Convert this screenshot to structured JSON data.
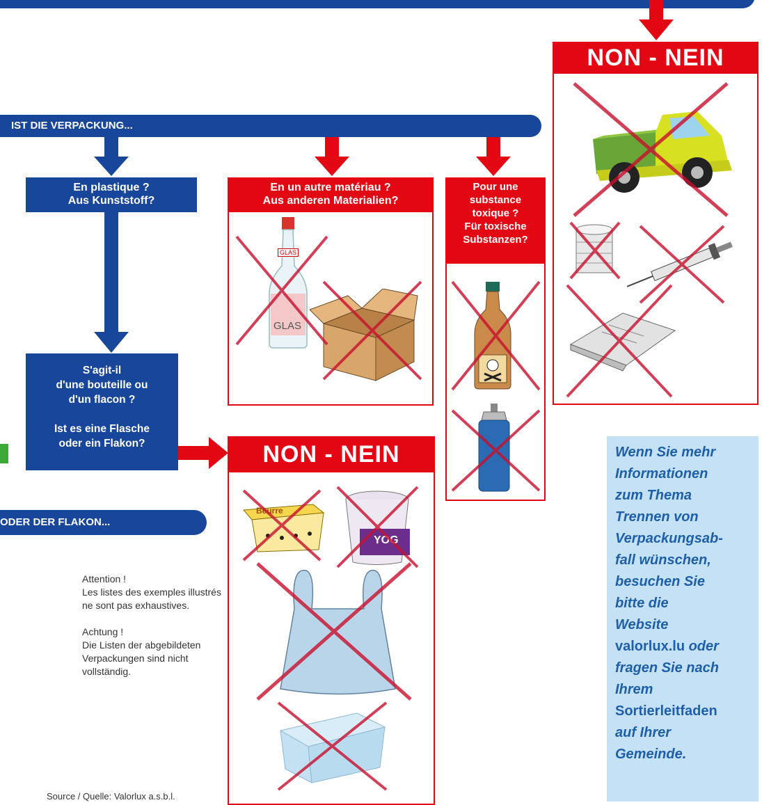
{
  "top_nein": {
    "label": "NON - NEIN"
  },
  "main_bar": {
    "label": "IST DIE VERPACKUNG..."
  },
  "plastic_box": {
    "line1": "En plastique ?",
    "line2": "Aus Kunststoff?"
  },
  "other_material_box": {
    "line1": "En un autre matériau ?",
    "line2": "Aus anderen Materialien?"
  },
  "toxic_box": {
    "lines": [
      "Pour une",
      "substance",
      "toxique ?",
      "Für toxische",
      "Substanzen?"
    ]
  },
  "bottle_question_box": {
    "lines": [
      "S'agit-il",
      "d'une bouteille ou",
      "d'un flacon ?",
      "",
      "Ist es eine Flasche",
      "oder ein Flakon?"
    ]
  },
  "middle_nein": {
    "label": "NON - NEIN"
  },
  "flakon_bar": {
    "label": "ODER DER FLAKON..."
  },
  "glass_bottle_label": "GLAS",
  "glass_bottle_label_big": "GLAS",
  "butter_label": "Beurre",
  "yoghurt_label": "YOG",
  "attention_note": {
    "fr_title": "Attention !",
    "fr_text": [
      "Les listes des exemples illustrés",
      "ne sont pas exhaustives."
    ],
    "de_title": "Achtung !",
    "de_text": [
      "Die Listen der abgebildeten",
      "Verpackungen sind nicht",
      "vollständig."
    ]
  },
  "source": "Source / Quelle: Valorlux a.s.b.l.",
  "info_box": {
    "lines": [
      "Wenn Sie mehr",
      "Informationen",
      "zum Thema",
      "Trennen von",
      "Verpackungsab-",
      "fall wünschen,",
      "besuchen Sie",
      "bitte die",
      "Website"
    ],
    "website": "valorlux.lu",
    "after_website": " oder",
    "lines2": [
      "fragen Sie nach",
      "Ihrem"
    ],
    "guide": "Sortierleitfaden",
    "lines3": [
      "auf Ihrer",
      "Gemeinde."
    ]
  },
  "colors": {
    "blue": "#17469b",
    "red": "#e30613",
    "green": "#3aa935",
    "light_blue": "#c5e1f5"
  },
  "icons": [
    "truck-icon",
    "tin-can-icon",
    "syringe-icon",
    "newspaper-icon",
    "glass-bottle-icon",
    "cardboard-box-icon",
    "toxic-bottle-icon",
    "spray-can-icon",
    "butter-tub-icon",
    "yoghurt-pot-icon",
    "plastic-bag-icon",
    "plastic-container-icon"
  ]
}
